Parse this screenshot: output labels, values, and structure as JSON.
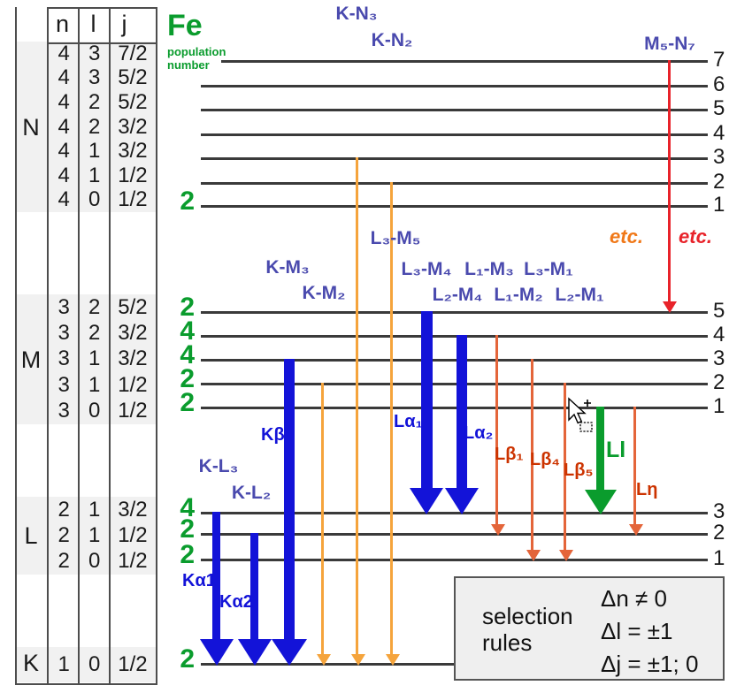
{
  "element": {
    "symbol": "Fe",
    "caption_line1": "population",
    "caption_line2": "number"
  },
  "table": {
    "headers": [
      "n",
      "l",
      "j"
    ],
    "shells": {
      "N": "N",
      "M": "M",
      "L": "L",
      "K": "K"
    },
    "rows": {
      "N": [
        [
          "4",
          "3",
          "7/2"
        ],
        [
          "4",
          "3",
          "5/2"
        ],
        [
          "4",
          "2",
          "5/2"
        ],
        [
          "4",
          "2",
          "3/2"
        ],
        [
          "4",
          "1",
          "3/2"
        ],
        [
          "4",
          "1",
          "1/2"
        ],
        [
          "4",
          "0",
          "1/2"
        ]
      ],
      "M": [
        [
          "3",
          "2",
          "5/2"
        ],
        [
          "3",
          "2",
          "3/2"
        ],
        [
          "3",
          "1",
          "3/2"
        ],
        [
          "3",
          "1",
          "1/2"
        ],
        [
          "3",
          "0",
          "1/2"
        ]
      ],
      "L": [
        [
          "2",
          "1",
          "3/2"
        ],
        [
          "2",
          "1",
          "1/2"
        ],
        [
          "2",
          "0",
          "1/2"
        ]
      ],
      "K": [
        [
          "1",
          "0",
          "1/2"
        ]
      ]
    }
  },
  "level_numbers": {
    "N": [
      "7",
      "6",
      "5",
      "4",
      "3",
      "2",
      "1"
    ],
    "M": [
      "5",
      "4",
      "3",
      "2",
      "1"
    ],
    "L": [
      "3",
      "2",
      "1"
    ]
  },
  "populations": {
    "N1": "2",
    "M5": "2",
    "M4": "4",
    "M3": "4",
    "M2": "2",
    "M1": "2",
    "L3": "4",
    "L2": "2",
    "L1": "2",
    "K": "2"
  },
  "transitions": {
    "KN3": "K-N₃",
    "KN2": "K-N₂",
    "M5N7": "M₅-N₇",
    "KM3": "K-M₃",
    "KM2": "K-M₂",
    "L3M5": "L₃-M₅",
    "L3M4": "L₃-M₄",
    "L1M3": "L₁-M₃",
    "L3M1": "L₃-M₁",
    "L2M4": "L₂-M₄",
    "L1M2": "L₁-M₂",
    "L2M1": "L₂-M₁",
    "KL3": "K-L₃",
    "KL2": "K-L₂"
  },
  "lines": {
    "ka1": "Kα1",
    "ka2": "Kα2",
    "kb": "Kβ",
    "la1": "Lα₁",
    "la2": "Lα₂",
    "lb1": "Lβ₁",
    "lb4": "Lβ₄",
    "lb5": "Lβ₅",
    "ll": "Ll",
    "leta": "Lη"
  },
  "etc": {
    "first": "etc.",
    "second": "etc."
  },
  "selection_rules": {
    "title_line1": "selection",
    "title_line2": "rules",
    "rule1": "Δn ≠ 0",
    "rule2": "Δl = ±1",
    "rule3": "Δj = ±1; 0"
  },
  "colors": {
    "green": "#0a9c2d",
    "blue": "#1313d8",
    "label_blue": "#4a4aae",
    "orange": "#f5a43c",
    "orange_red_arrow": "#e4653a",
    "orange_red_label": "#cc3300",
    "red": "#e8232a",
    "level_line": "#3a3a3a"
  }
}
